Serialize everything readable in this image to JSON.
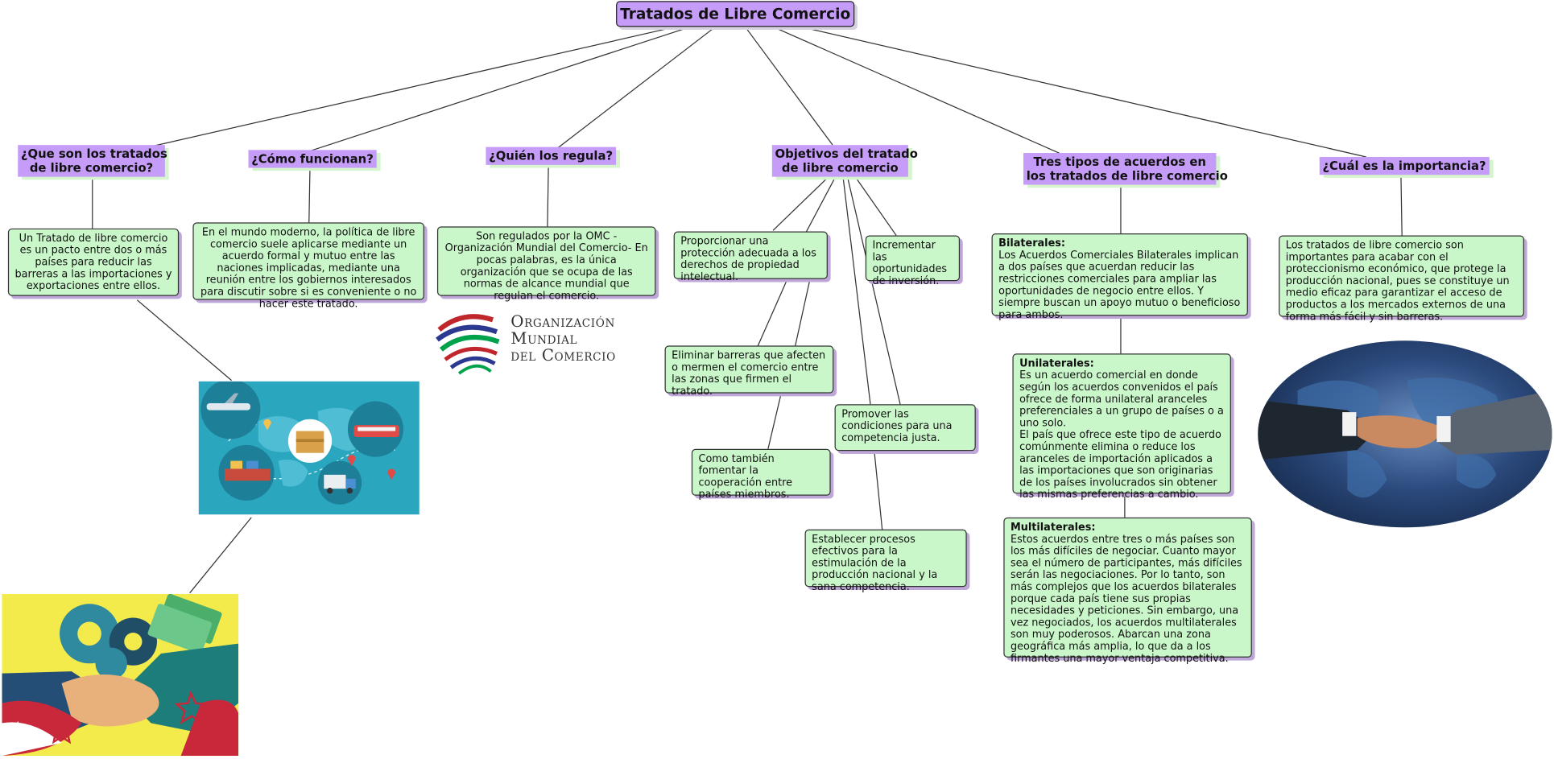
{
  "title": "Tratados de Libre Comercio",
  "headers": {
    "que_son_1": "¿Que son los tratados",
    "que_son_2": "de libre comercio?",
    "como": "¿Cómo funcionan?",
    "quien": "¿Quién los regula?",
    "objetivos_1": "Objetivos del tratado",
    "objetivos_2": "de libre comercio",
    "tipos_1": "Tres tipos de acuerdos en",
    "tipos_2": "los tratados de libre comercio",
    "importancia": "¿Cuál es la importancia?"
  },
  "boxes": {
    "que_son": "Un Tratado de libre comercio es un pacto entre dos o más países para reducir las barreras a las importaciones y exportaciones entre ellos.",
    "como": "En el mundo moderno, la política de libre comercio suele aplicarse mediante un acuerdo formal y mutuo entre las naciones implicadas, mediante una reunión entre los gobiernos interesados para discutir sobre si es conveniente o no hacer este tratado.",
    "quien": "Son regulados por la OMC -Organización Mundial del Comercio- En pocas palabras, es la única organización que se ocupa de las normas de alcance mundial que regulan el comercio.",
    "importancia": "Los tratados de libre comercio son importantes para acabar con el proteccionismo económico, que protege la producción nacional, pues se constituye un medio eficaz para garantizar el acceso de productos a los mercados externos de una forma más fácil y sin barreras."
  },
  "objetivos": {
    "proteccion": "Proporcionar una protección adecuada a los derechos de propiedad intelectual.",
    "inversion": "Incrementar las oportunidades de inversión.",
    "barreras": "Eliminar barreras que afecten o mermen el comercio entre las zonas que firmen el tratado.",
    "competencia": "Promover las condiciones para una competencia justa.",
    "cooperacion": "Como también fomentar la cooperación entre países miembros.",
    "procesos": "Establecer procesos efectivos para la estimulación de la producción nacional y la sana competencia."
  },
  "tipos": {
    "bilaterales_title": "Bilaterales:",
    "bilaterales_text": "Los Acuerdos Comerciales Bilaterales implican a dos países que acuerdan reducir las restricciones comerciales para ampliar las oportunidades de negocio entre ellos. Y siempre buscan un apoyo mutuo o beneficioso para ambos.",
    "unilaterales_title": "Unilaterales:",
    "unilaterales_text_1": "Es un acuerdo comercial en donde según los acuerdos convenidos el país ofrece de forma unilateral aranceles preferenciales a un grupo de países o a uno solo.",
    "unilaterales_text_2": "El país que ofrece este tipo de acuerdo comúnmente elimina o reduce los aranceles de importación aplicados a las importaciones que son originarias de los países involucrados sin obtener las mismas preferencias a cambio.",
    "multilaterales_title": "Multilaterales:",
    "multilaterales_text": "Estos acuerdos entre tres o más países son los más difíciles de negociar. Cuanto mayor sea el número de participantes, más difíciles serán las negociaciones. Por lo tanto, son más complejos que los acuerdos bilaterales porque cada país tiene sus propias necesidades y peticiones. Sin embargo, una vez negociados, los acuerdos multilaterales son muy poderosos. Abarcan una zona geográfica más amplia, lo que da a los firmantes una mayor ventaja competitiva."
  },
  "wto_logo": {
    "line1": "Organización",
    "line2": "Mundial",
    "line3": "del Comercio"
  },
  "colors": {
    "header_bg": "#c59cf7",
    "box_bg": "#c9f7c9",
    "logistics_bg": "#2aa6bf",
    "handshake_bg": "#f3ea4c"
  }
}
